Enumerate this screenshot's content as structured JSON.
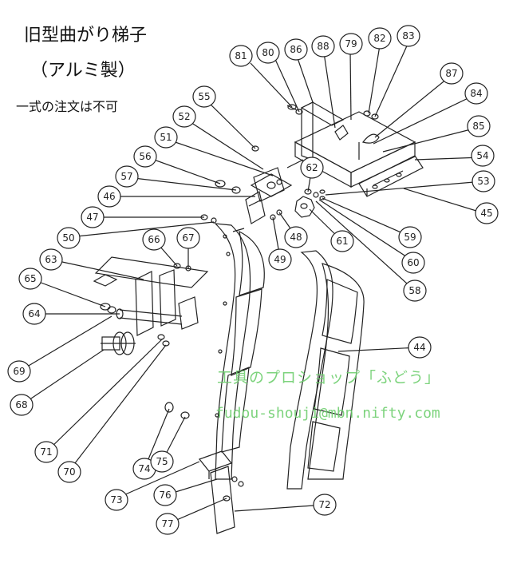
{
  "header": {
    "title": "旧型曲がり梯子",
    "subtitle": "（アルミ製）",
    "notice": "一式の注文は不可"
  },
  "watermark": {
    "shop": "工具のプロショップ「ふどう」",
    "email": "fudou-shouji@mbn.nifty.com"
  },
  "callouts": [
    "81",
    "80",
    "86",
    "88",
    "79",
    "82",
    "83",
    "87",
    "84",
    "85",
    "54",
    "53",
    "45",
    "55",
    "52",
    "51",
    "56",
    "62",
    "57",
    "46",
    "47",
    "50",
    "48",
    "49",
    "59",
    "60",
    "58",
    "61",
    "66",
    "67",
    "63",
    "65",
    "64",
    "69",
    "68",
    "71",
    "70",
    "74",
    "75",
    "73",
    "76",
    "77",
    "72",
    "44"
  ],
  "colors": {
    "line": "#222222",
    "watermark": "#6fcf6f"
  }
}
